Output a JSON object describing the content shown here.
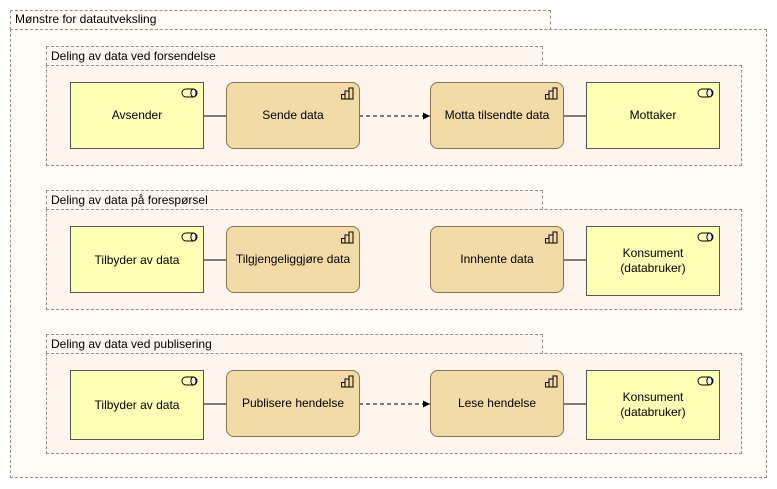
{
  "outer_group": {
    "label": "Mønstre for datautveksling"
  },
  "groups": [
    {
      "label": "Deling av data ved forsendelse",
      "left": "Avsender",
      "func1": "Sende data",
      "func2": "Motta tilsendte data",
      "right": "Mottaker",
      "flow_connected": true
    },
    {
      "label": "Deling av data på forespørsel",
      "left": "Tilbyder av data",
      "func1": "Tilgjengeliggjøre data",
      "func2": "Innhente data",
      "right": "Konsument\n(databruker)",
      "flow_connected": false
    },
    {
      "label": "Deling av data ved publisering",
      "left": "Tilbyder av data",
      "func1": "Publisere hendelse",
      "func2": "Lese hendelse",
      "right": "Konsument\n(databruker)",
      "flow_connected": true
    }
  ],
  "icons": {
    "actor": "role-toggle-icon",
    "function": "function-bars-icon"
  },
  "colors": {
    "actor_fill": "#ffffb5",
    "function_fill": "#f2dba7",
    "group_fill": "#fdf5ee",
    "outer_fill": "#fffaf3"
  }
}
